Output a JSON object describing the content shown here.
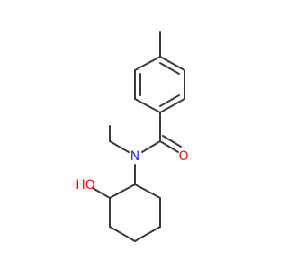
{
  "molecule": {
    "atoms": [
      {
        "label": "O",
        "color": "#ff0d0d"
      },
      {
        "label": "N",
        "color": "#2b2bff"
      },
      {
        "label": "HO",
        "color": "#ff0d0d"
      }
    ],
    "bond_color": "#3a3a3a",
    "background": "#ffffff"
  }
}
